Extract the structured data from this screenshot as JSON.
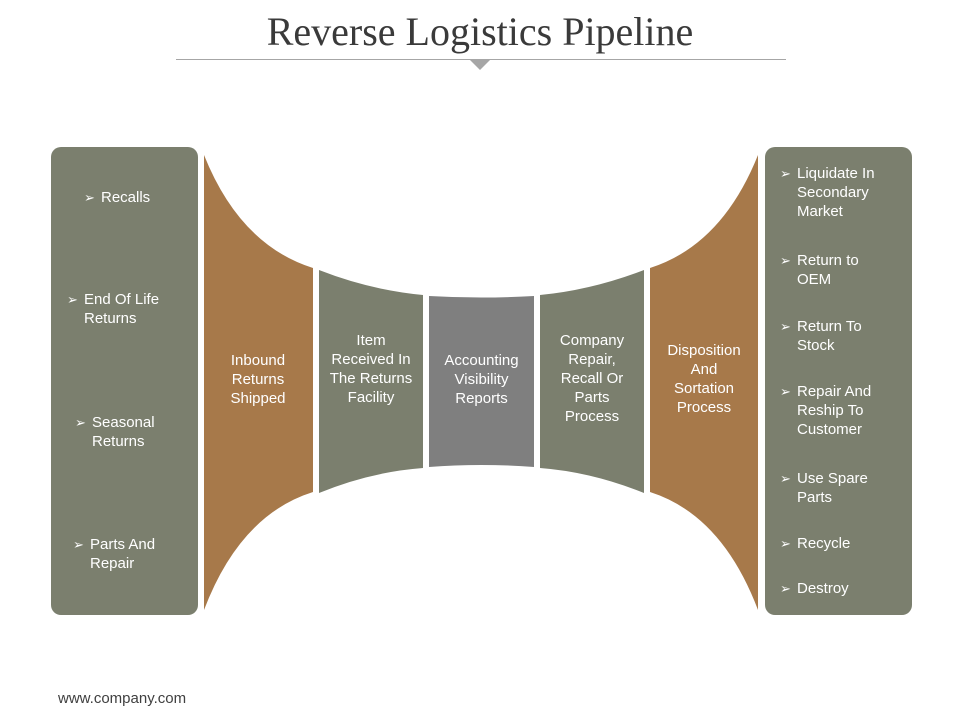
{
  "title": "Reverse Logistics Pipeline",
  "colors": {
    "panel": "#7b7f6e",
    "brown": "#a7794a",
    "gray": "#7f7f7f",
    "text": "#ffffff"
  },
  "left_items": [
    {
      "label": "Recalls"
    },
    {
      "label": "End Of Life\nReturns"
    },
    {
      "label": "Seasonal\nReturns"
    },
    {
      "label": "Parts And\nRepair"
    }
  ],
  "stages": [
    {
      "label": "Inbound\nReturns\nShipped"
    },
    {
      "label": "Item\nReceived In\nThe Returns\nFacility"
    },
    {
      "label": "Accounting\nVisibility\nReports"
    },
    {
      "label": "Company\nRepair,\nRecall Or\nParts\nProcess"
    },
    {
      "label": "Disposition\nAnd\nSortation\nProcess"
    }
  ],
  "right_items": [
    {
      "label": "Liquidate In\nSecondary\nMarket"
    },
    {
      "label": "Return to\nOEM"
    },
    {
      "label": "Return To\nStock"
    },
    {
      "label": "Repair And\nReship To\nCustomer"
    },
    {
      "label": "Use Spare\nParts"
    },
    {
      "label": "Recycle"
    },
    {
      "label": "Destroy"
    }
  ],
  "footer": "www.company.com"
}
